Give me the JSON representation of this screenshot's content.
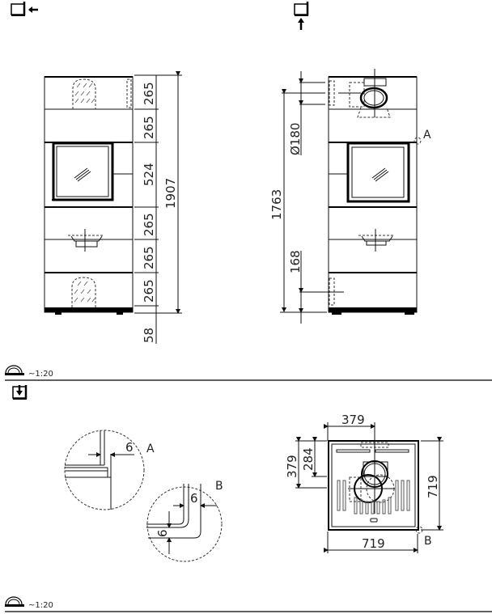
{
  "header": {
    "front_view_icon": "view-from-left-icon",
    "side_view_icon": "view-from-front-icon",
    "top_view_icon": "view-from-top-icon"
  },
  "front_view": {
    "segment_heights": [
      "265",
      "265",
      "524",
      "265",
      "265",
      "265"
    ],
    "total_height": "1907",
    "foot_height": "58"
  },
  "side_view": {
    "flue_diameter": "Ø180",
    "flue_height": "1763",
    "bottom_outlet_height": "168",
    "detail_marker": "A"
  },
  "section_divider_1": {
    "scale_icon": "scale-ruler-icon",
    "scale_text": "~1:20"
  },
  "details": {
    "detail_a": {
      "label": "A",
      "gap": "6"
    },
    "detail_b": {
      "label": "B",
      "gap_horizontal": "6",
      "gap_vertical": "6"
    }
  },
  "top_view": {
    "flue_offset_x": "379",
    "flue_offset_y": "379",
    "inner_offset_y": "284",
    "width": "719",
    "depth": "719",
    "detail_marker": "B"
  },
  "section_divider_2": {
    "scale_icon": "scale-ruler-icon",
    "scale_text": "~1:20"
  }
}
